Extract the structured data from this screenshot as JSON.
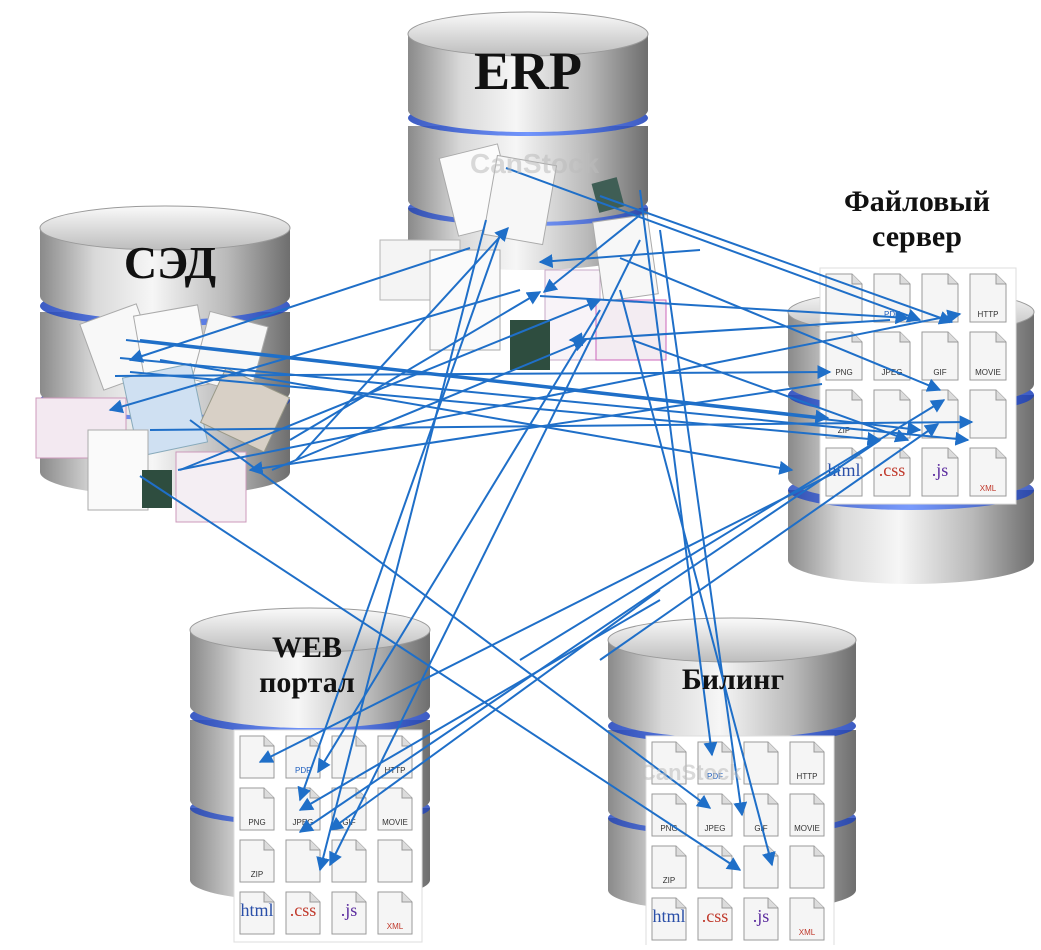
{
  "nodes": {
    "erp": {
      "label": "ERP"
    },
    "sed": {
      "label": "СЭД"
    },
    "file_server": {
      "label_line1": "Файловый",
      "label_line2": "сервер"
    },
    "web_portal": {
      "label_line1": "WEB",
      "label_line2": "портал"
    },
    "billing": {
      "label": "Билинг"
    }
  },
  "watermark": "CanStock",
  "file_icon_labels": [
    "",
    "PDF",
    "",
    "HTTP",
    "PNG",
    "JPEG",
    "GIF",
    "MOVIE",
    "ZIP",
    "",
    "",
    "",
    "html",
    ".css",
    ".js",
    "XML"
  ],
  "colors": {
    "arrow": "#1f6fc8",
    "cylinder_light": "#eeeeee",
    "cylinder_dark": "#7a7a7a",
    "glow": "#2b63ff"
  }
}
